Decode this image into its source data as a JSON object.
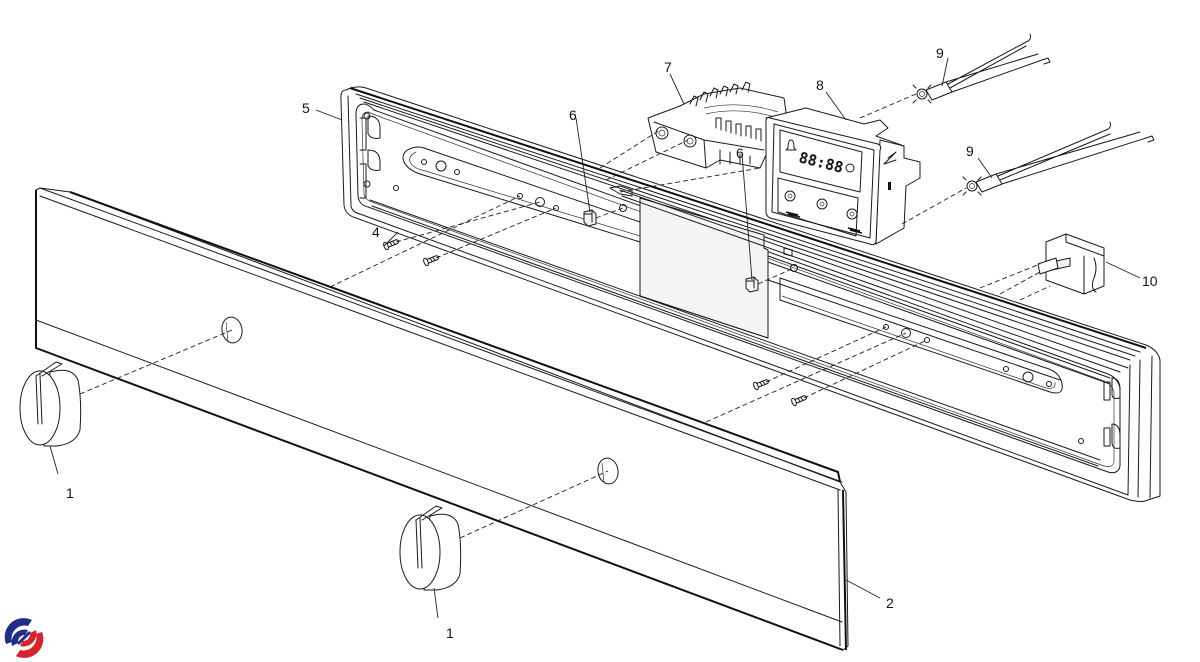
{
  "diagram": {
    "title": "Oven control panel exploded view",
    "parts": [
      {
        "id": "1",
        "label": "1",
        "name": "Control knob (left)"
      },
      {
        "id": "1b",
        "label": "1",
        "name": "Control knob (right)"
      },
      {
        "id": "2",
        "label": "2",
        "name": "Front fascia panel"
      },
      {
        "id": "4",
        "label": "4",
        "name": "Screw"
      },
      {
        "id": "5",
        "label": "5",
        "name": "Control panel housing"
      },
      {
        "id": "6a",
        "label": "6",
        "name": "Clip (left)"
      },
      {
        "id": "6b",
        "label": "6",
        "name": "Clip (right)"
      },
      {
        "id": "7",
        "label": "7",
        "name": "Selector switch"
      },
      {
        "id": "8",
        "label": "8",
        "name": "Electronic timer"
      },
      {
        "id": "9a",
        "label": "9",
        "name": "Indicator lamp (upper)"
      },
      {
        "id": "9b",
        "label": "9",
        "name": "Indicator lamp (lower)"
      },
      {
        "id": "10",
        "label": "10",
        "name": "Thermostat"
      }
    ],
    "timer_display": {
      "digits": "88:88",
      "icons": [
        "bell-icon",
        "duration-icon",
        "end-time-icon",
        "clock-icon"
      ]
    }
  },
  "logo": {
    "name": "brand-logo",
    "colors": {
      "primary": "#1e2f8a",
      "secondary": "#d8232a"
    }
  }
}
